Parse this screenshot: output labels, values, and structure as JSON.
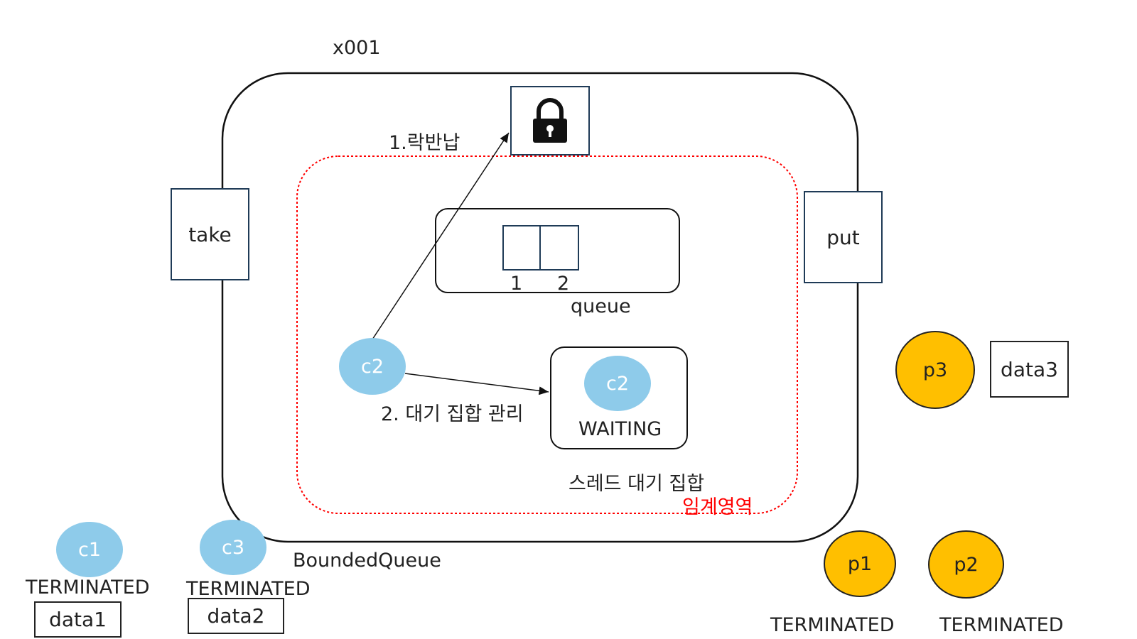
{
  "monitor": {
    "address": "x001",
    "name": "BoundedQueue",
    "methods": {
      "take": "take",
      "put": "put"
    },
    "critical_section_label": "임계영역",
    "lock_icon": "lock-icon"
  },
  "queue": {
    "label": "queue",
    "slots": [
      "1",
      "2"
    ]
  },
  "wait_set": {
    "label": "스레드 대기 집합",
    "thread": "c2",
    "state": "WAITING"
  },
  "steps": {
    "step1": "1.락반납",
    "step2": "2. 대기 집합 관리"
  },
  "active_thread": "c2",
  "consumers": [
    {
      "name": "c1",
      "state": "TERMINATED",
      "data": "data1"
    },
    {
      "name": "c3",
      "state": "TERMINATED",
      "data": "data2"
    }
  ],
  "producers": [
    {
      "name": "p3",
      "data": "data3"
    },
    {
      "name": "p1",
      "state": "TERMINATED"
    },
    {
      "name": "p2",
      "state": "TERMINATED"
    }
  ],
  "colors": {
    "consumer": "#8ecbea",
    "producer": "#ffbf00",
    "critical": "#ff0000"
  }
}
